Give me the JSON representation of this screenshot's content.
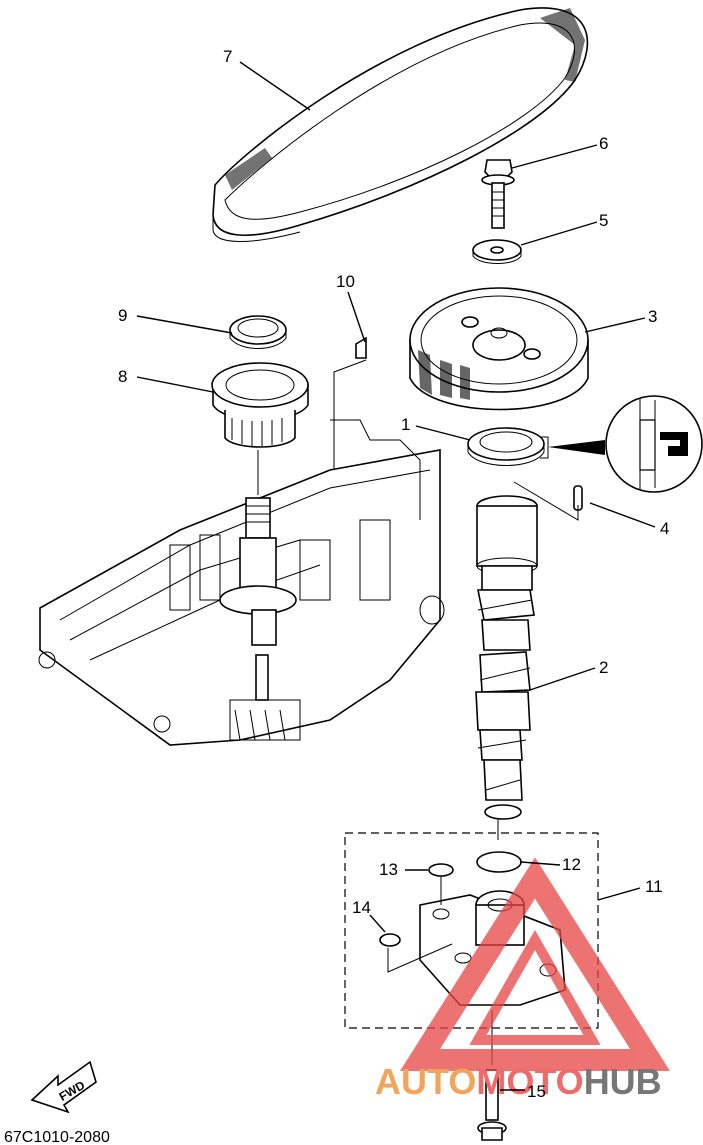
{
  "diagram": {
    "callouts": {
      "c1": "1",
      "c2": "2",
      "c3": "3",
      "c4": "4",
      "c5": "5",
      "c6": "6",
      "c7": "7",
      "c8": "8",
      "c9": "9",
      "c10": "10",
      "c11": "11",
      "c12": "12",
      "c13": "13",
      "c14": "14",
      "c15": "15"
    },
    "drawing_code": "67C1010-2080",
    "fwd_label": "FWD"
  },
  "watermark": {
    "auto": "AUTO",
    "moto": "MOTO",
    "hub": "HUB",
    "colors": {
      "auto": "#f2a55a",
      "moto": "#f06a6a",
      "hub": "#777777",
      "triangle": "#e84545"
    }
  }
}
